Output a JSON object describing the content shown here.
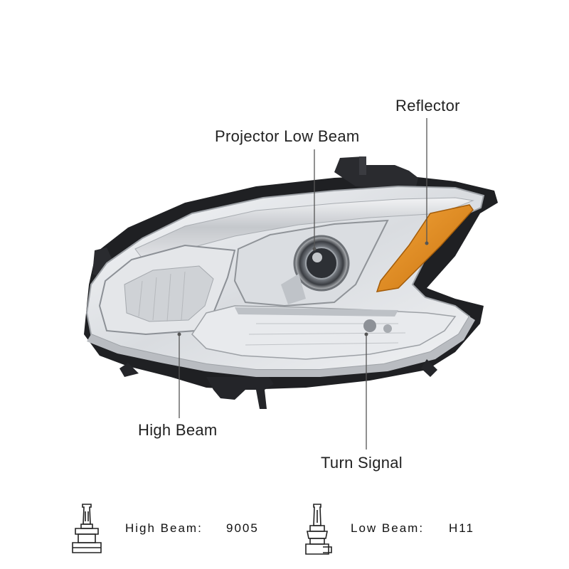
{
  "callouts": {
    "projector_low_beam": "Projector Low Beam",
    "reflector": "Reflector",
    "high_beam": "High Beam",
    "turn_signal": "Turn Signal"
  },
  "specs": {
    "high_beam_label": "High Beam:",
    "high_beam_value": "9005",
    "low_beam_label": "Low Beam:",
    "low_beam_value": "H11"
  },
  "colors": {
    "chrome": "#c9ccd0",
    "housing": "#1c1d20",
    "amber": "#e08a1e",
    "leader_line": "#555555"
  },
  "icons": [
    "headlight-assembly-image",
    "bulb-9005-icon",
    "bulb-h11-icon"
  ]
}
